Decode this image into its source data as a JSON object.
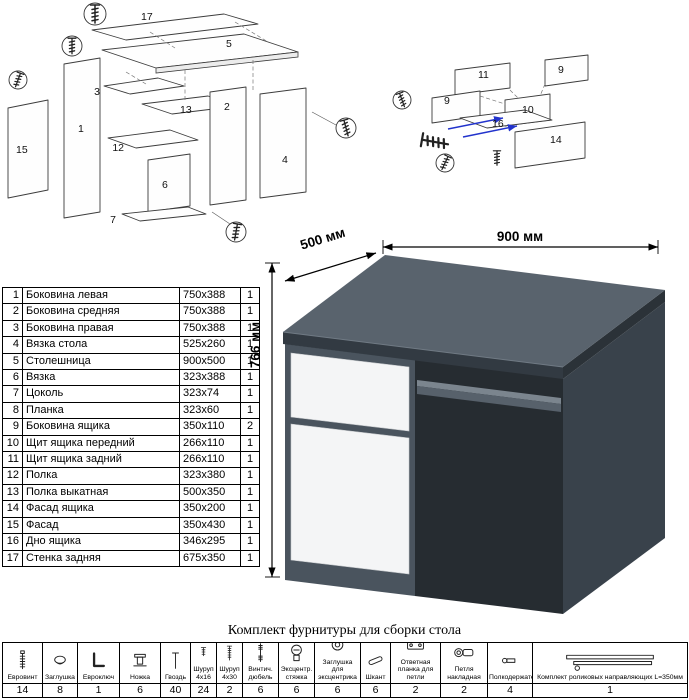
{
  "exploded": {
    "left_labels": [
      "17",
      "5",
      "2",
      "3",
      "13",
      "12",
      "1",
      "6",
      "7",
      "4",
      "15"
    ],
    "right_labels": [
      "11",
      "9",
      "9",
      "10",
      "16",
      "14"
    ]
  },
  "dimensions": {
    "width": "900 мм",
    "depth": "500 мм",
    "height": "766 мм"
  },
  "parts": {
    "rows": [
      {
        "n": "1",
        "name": "Боковина левая",
        "size": "750x388",
        "qty": "1"
      },
      {
        "n": "2",
        "name": "Боковина средняя",
        "size": "750x388",
        "qty": "1"
      },
      {
        "n": "3",
        "name": "Боковина правая",
        "size": "750x388",
        "qty": "1"
      },
      {
        "n": "4",
        "name": "Вязка стола",
        "size": "525x260",
        "qty": "1"
      },
      {
        "n": "5",
        "name": "Столешница",
        "size": "900x500",
        "qty": "1"
      },
      {
        "n": "6",
        "name": "Вязка",
        "size": "323x388",
        "qty": "1"
      },
      {
        "n": "7",
        "name": "Цоколь",
        "size": "323x74",
        "qty": "1"
      },
      {
        "n": "8",
        "name": "Планка",
        "size": "323x60",
        "qty": "1"
      },
      {
        "n": "9",
        "name": "Боковина ящика",
        "size": "350x110",
        "qty": "2"
      },
      {
        "n": "10",
        "name": "Щит ящика передний",
        "size": "266x110",
        "qty": "1"
      },
      {
        "n": "11",
        "name": "Щит ящика задний",
        "size": "266x110",
        "qty": "1"
      },
      {
        "n": "12",
        "name": "Полка",
        "size": "323x380",
        "qty": "1"
      },
      {
        "n": "13",
        "name": "Полка выкатная",
        "size": "500x350",
        "qty": "1"
      },
      {
        "n": "14",
        "name": "Фасад ящика",
        "size": "350x200",
        "qty": "1"
      },
      {
        "n": "15",
        "name": "Фасад",
        "size": "350x430",
        "qty": "1"
      },
      {
        "n": "16",
        "name": "Дно ящика",
        "size": "346x295",
        "qty": "1"
      },
      {
        "n": "17",
        "name": "Стенка задняя",
        "size": "675x350",
        "qty": "1"
      }
    ]
  },
  "hardware": {
    "title": "Комплект фурнитуры для сборки стола",
    "items": [
      {
        "label": "Евровинт",
        "qty": "14"
      },
      {
        "label": "Заглушка",
        "qty": "8"
      },
      {
        "label": "Евроключ",
        "qty": "1"
      },
      {
        "label": "Ножка",
        "qty": "6"
      },
      {
        "label": "Гвоздь",
        "qty": "40"
      },
      {
        "label": "Шуруп 4x16",
        "qty": "24"
      },
      {
        "label": "Шуруп 4x30",
        "qty": "2"
      },
      {
        "label": "Винтич. дюбель",
        "qty": "6"
      },
      {
        "label": "Эксцентр. стяжка",
        "qty": "6"
      },
      {
        "label": "Заглушка для эксцентрика",
        "qty": "6"
      },
      {
        "label": "Шкант",
        "qty": "6"
      },
      {
        "label": "Ответная планка для петли",
        "qty": "2"
      },
      {
        "label": "Петля накладная",
        "qty": "2"
      },
      {
        "label": "Полкодержатель",
        "qty": "4"
      },
      {
        "label": "Комплект роликовых направляющих L=350мм",
        "qty": "1"
      }
    ]
  }
}
